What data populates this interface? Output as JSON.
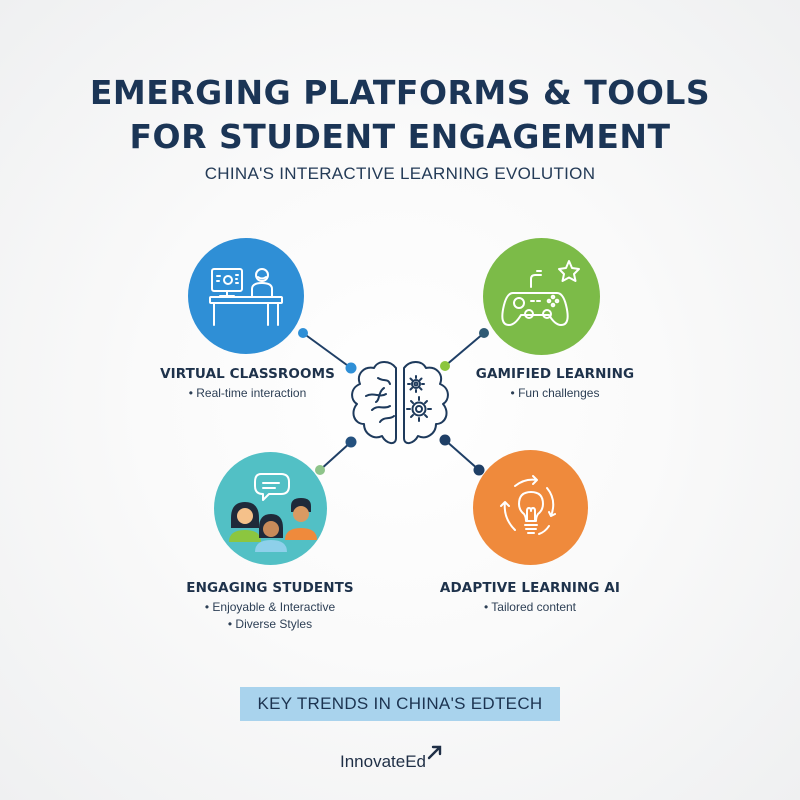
{
  "header": {
    "title_line1": "EMERGING PLATFORMS & TOOLS",
    "title_line2": "FOR STUDENT ENGAGEMENT",
    "subtitle": "CHINA'S INTERACTIVE LEARNING EVOLUTION"
  },
  "center": {
    "icon": "brain-with-gears-icon"
  },
  "nodes": [
    {
      "id": "virtual-classrooms",
      "title": "VIRTUAL CLASSROOMS",
      "bullets": [
        "• Real-time interaction"
      ],
      "icon": "computer-desk-user-icon",
      "color": "#2f8fd6"
    },
    {
      "id": "gamified-learning",
      "title": "GAMIFIED LEARNING",
      "bullets": [
        "• Fun challenges"
      ],
      "icon": "game-controller-star-icon",
      "color": "#7cbb48"
    },
    {
      "id": "engaging-students",
      "title": "ENGAGING STUDENTS",
      "bullets": [
        "• Enjoyable & Interactive",
        "• Diverse Styles"
      ],
      "icon": "students-chat-icon",
      "color": "#52c0c5"
    },
    {
      "id": "adaptive-learning-ai",
      "title": "ADAPTIVE LEARNING AI",
      "bullets": [
        "• Tailored content"
      ],
      "icon": "lightbulb-cycle-icon",
      "color": "#ef8a3c"
    }
  ],
  "footer": {
    "banner": "KEY TRENDS IN CHINA'S EDTECH",
    "brand": "InnovateEd"
  },
  "colors": {
    "title": "#1b3556",
    "banner_bg": "#a9d3ed",
    "connector": "#1f3f66"
  }
}
